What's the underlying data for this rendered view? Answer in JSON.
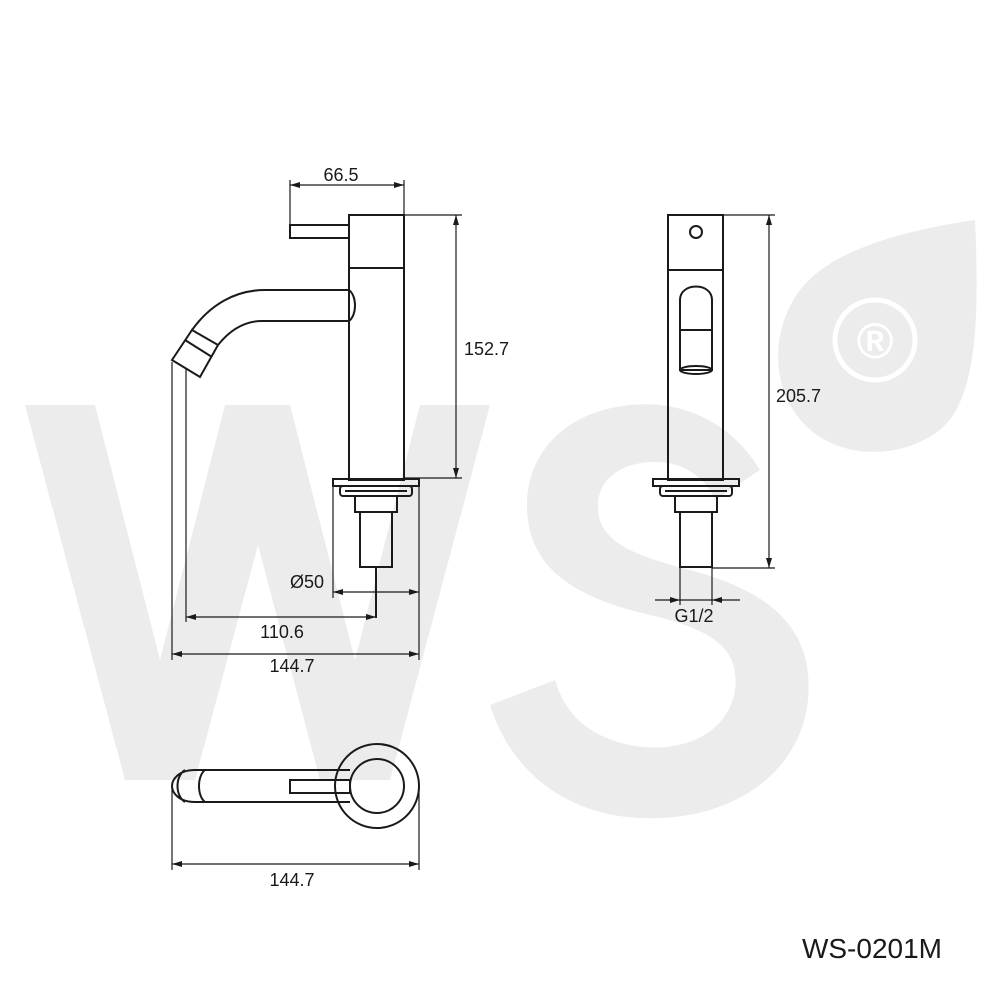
{
  "watermark": {
    "logo_text": "WS",
    "registered_mark": "®",
    "color": "#ececec"
  },
  "dimensions": {
    "handle_length": "66.5",
    "body_height": "152.7",
    "base_diameter": "Ø50",
    "spout_reach": "110.6",
    "overall_length_side": "144.7",
    "overall_height": "205.7",
    "thread": "G1/2",
    "overall_length_top": "144.7"
  },
  "model": {
    "code": "WS-0201M"
  },
  "colors": {
    "line": "#1a1a1a",
    "background": "#ffffff"
  }
}
